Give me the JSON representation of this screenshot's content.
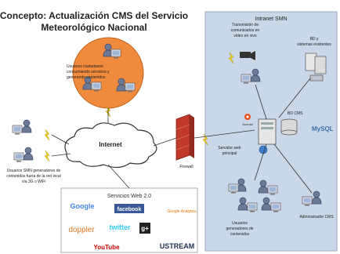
{
  "title": {
    "line1": "Concepto: Actualización CMS del Servicio",
    "line2": "Meteorológico Nacional"
  },
  "intranet": {
    "label": "Intranet SMN",
    "transmision": [
      "Transmisión de",
      "comunicados en",
      "video en vivo"
    ],
    "bd_existentes": [
      "BD y",
      "sistemas existentes"
    ],
    "bd_cms": "BD CMS",
    "joomla": "Joomla!",
    "mysql": "MySQL",
    "servidor": [
      "Servidor web",
      "principal"
    ],
    "administrador": "Administrador CMS",
    "usuarios_generadores": [
      "Usuarios",
      "generadores de",
      "contenidos"
    ]
  },
  "internet": {
    "label": "Internet",
    "usuarios_ciudadanos": [
      "Usuarios ciudadanos",
      "consumiendo servicios y",
      "generando contenidos"
    ],
    "usuarios_smn": [
      "Usuarios SMN generadores de",
      "contenidos fuera de la red local",
      "vía 3G o WiFi"
    ],
    "firewall": "Firewall"
  },
  "servicios": {
    "title": "Servicios Web 2.0",
    "google": "Google",
    "facebook": "facebook",
    "google_analytics": "Google Analytics",
    "doppler": "doppler",
    "twitter": "twitter",
    "gplus": "g+",
    "youtube": "YouTube",
    "ustream": "USTREAM"
  },
  "colors": {
    "intranet_bg": "#c9d7e9",
    "cloud_orange": "#f08a3c",
    "firewall": "#c0392b",
    "bolt": "#f2d21b"
  }
}
